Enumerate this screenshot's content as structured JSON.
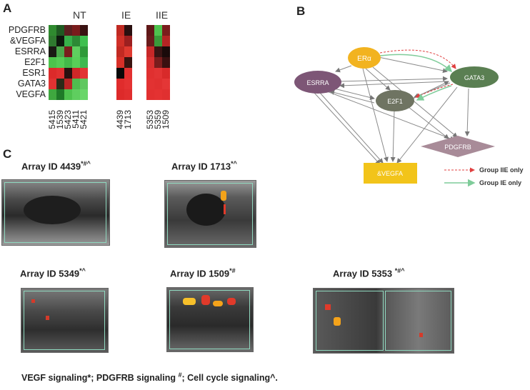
{
  "panels": {
    "a": "A",
    "b": "B",
    "c": "C"
  },
  "heatmap": {
    "groups": [
      "NT",
      "IE",
      "IIE"
    ],
    "genes": [
      "PDGFRB",
      "&VEGFA",
      "ESRRA",
      "E2F1",
      "ESR1",
      "GATA3",
      "VEGFA"
    ],
    "samples": {
      "NT": [
        "5415",
        "1539",
        "5423",
        "5411",
        "5421"
      ],
      "IE": [
        "4439",
        "1713"
      ],
      "IIE": [
        "5353",
        "5359",
        "1509"
      ]
    },
    "colors": {
      "NT": [
        [
          "#2f8a2f",
          "#1f5a22",
          "#5a2020",
          "#7a1c1c",
          "#3a1212"
        ],
        [
          "#2f7a2f",
          "#0d1a0d",
          "#37b04a",
          "#2c8a35",
          "#3fbf4f"
        ],
        [
          "#1a1a14",
          "#4aa64a",
          "#7a1d1d",
          "#5fcf5f",
          "#2f9a3a"
        ],
        [
          "#4cc44c",
          "#55cc55",
          "#43b94a",
          "#58d058",
          "#3fb84f"
        ],
        [
          "#dc2a2a",
          "#e03030",
          "#2a1010",
          "#d02828",
          "#e23434"
        ],
        [
          "#e03232",
          "#2a2a18",
          "#b82424",
          "#4fbd4f",
          "#60c860"
        ],
        [
          "#3fa83f",
          "#1f7a28",
          "#4ec24e",
          "#5fce5f",
          "#6ad66a"
        ]
      ],
      "IE": [
        [
          "#c02a22",
          "#2a1010"
        ],
        [
          "#d03028",
          "#9c2020"
        ],
        [
          "#c22a22",
          "#e03a30"
        ],
        [
          "#d83028",
          "#3a1410"
        ],
        [
          "#080808",
          "#e23030"
        ],
        [
          "#e02c2c",
          "#e43232"
        ],
        [
          "#dd2a2a",
          "#e02e2e"
        ]
      ],
      "IIE": [
        [
          "#601818",
          "#4ec24e",
          "#7a1c1c"
        ],
        [
          "#6a1c1c",
          "#3a9a3a",
          "#b42424"
        ],
        [
          "#c82828",
          "#3a1414",
          "#1a0a0a"
        ],
        [
          "#d83030",
          "#7a1d1d",
          "#3a1010"
        ],
        [
          "#e03030",
          "#e23434",
          "#d82a2a"
        ],
        [
          "#e23232",
          "#e03030",
          "#e43636"
        ],
        [
          "#e23030",
          "#e43232",
          "#e03030"
        ]
      ]
    }
  },
  "network": {
    "nodes": {
      "era": "ERα",
      "gata3": "GATA3",
      "esrra": "ESRRA",
      "e2f1": "E2F1",
      "pdgfrb": "PDGFRB",
      "vegfa": "&VEGFA"
    },
    "legend": [
      "Group IIE only",
      "Group IE only"
    ],
    "colors": {
      "era": "#f2b320",
      "gata3": "#5a7f52",
      "esrra": "#7d5676",
      "e2f1": "#6f7462",
      "pdgfrb": "#a88b98",
      "vegfa": "#f2c41a",
      "iie_edge": "#e04040",
      "ie_edge": "#7fcc9a",
      "edge": "#777777"
    }
  },
  "ultrasound": {
    "row1": [
      {
        "id": "Array ID 4439",
        "marks": "*#^"
      },
      {
        "id": "Array ID 1713",
        "marks": "*^"
      }
    ],
    "row2": [
      {
        "id": "Array ID 5349",
        "marks": "*^"
      },
      {
        "id": "Array ID 1509",
        "marks": "*#"
      },
      {
        "id": "Array ID 5353 ",
        "marks": "*#^"
      }
    ]
  },
  "footer": {
    "part1": "VEGF signaling*; PDGFRB signaling ",
    "sup": "#",
    "part2": "; Cell cycle signaling^."
  }
}
